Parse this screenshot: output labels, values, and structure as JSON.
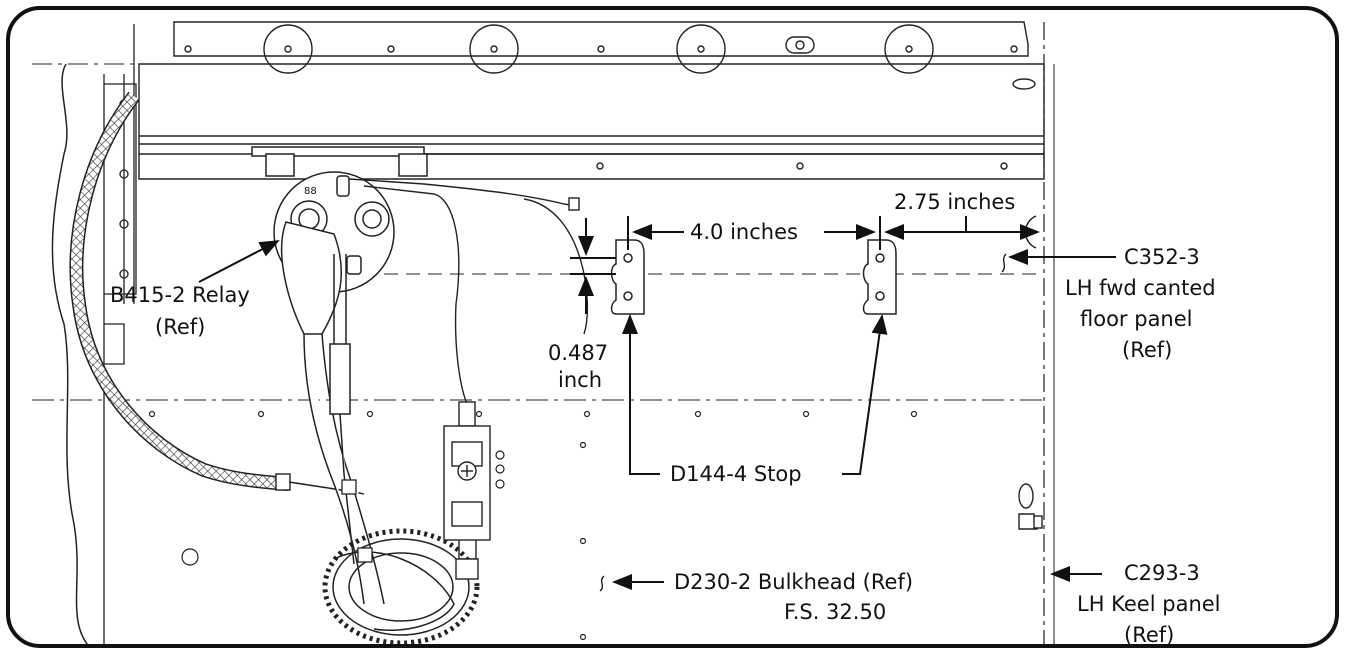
{
  "labels": {
    "relay_line1": "B415-2 Relay",
    "relay_line2": "(Ref)",
    "dim_4": "4.0 inches",
    "dim_275": "2.75 inches",
    "dim_0487_a": "0.487",
    "dim_0487_b": "inch",
    "c352_l1": "C352-3",
    "c352_l2": "LH fwd canted",
    "c352_l3": "floor panel",
    "c352_l4": "(Ref)",
    "d144": "D144-4 Stop",
    "d230_l1": "D230-2 Bulkhead (Ref)",
    "d230_l2": "F.S. 32.50",
    "c293_l1": "C293-3",
    "c293_l2": "LH Keel panel",
    "c293_l3": "(Ref)",
    "relay_terminal": "88"
  }
}
